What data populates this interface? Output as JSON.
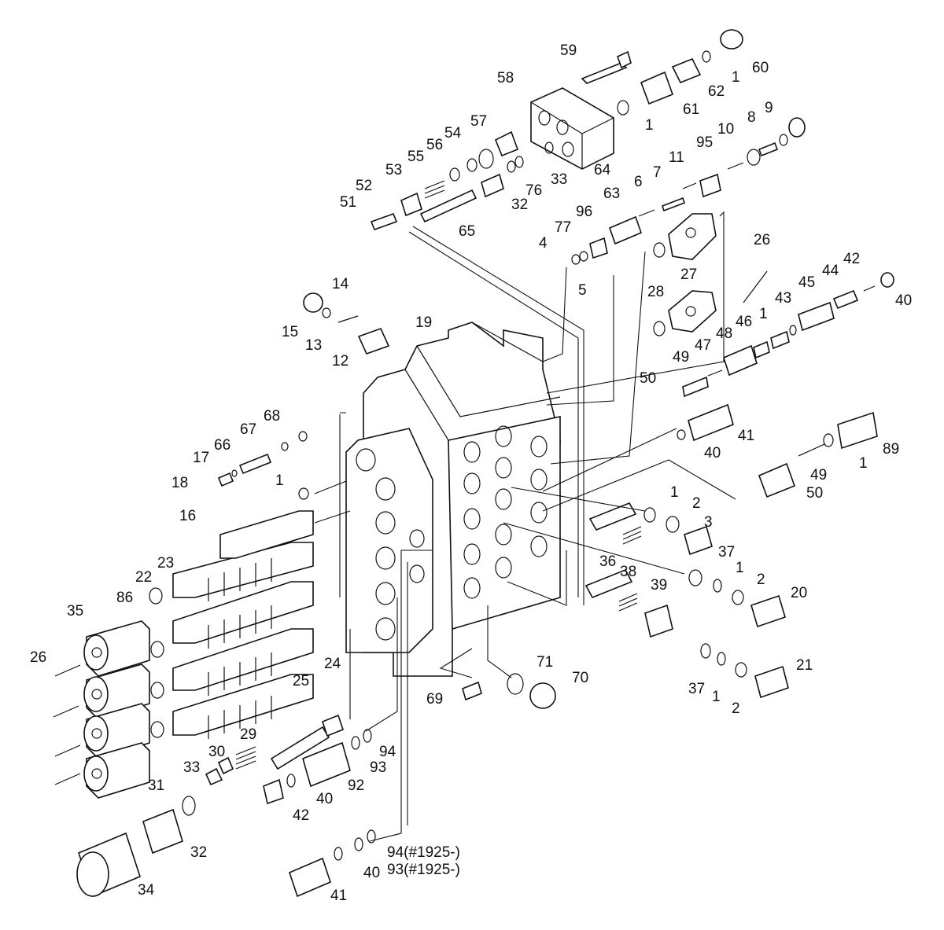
{
  "diagram": {
    "labels": [
      {
        "id": "l59",
        "text": "59"
      },
      {
        "id": "l60",
        "text": "60"
      },
      {
        "id": "l58",
        "text": "58"
      },
      {
        "id": "l62",
        "text": "62"
      },
      {
        "id": "l1a",
        "text": "1"
      },
      {
        "id": "l61",
        "text": "61"
      },
      {
        "id": "l1b",
        "text": "1"
      },
      {
        "id": "l57",
        "text": "57"
      },
      {
        "id": "l54",
        "text": "54"
      },
      {
        "id": "l56",
        "text": "56"
      },
      {
        "id": "l55",
        "text": "55"
      },
      {
        "id": "l64",
        "text": "64"
      },
      {
        "id": "l33a",
        "text": "33"
      },
      {
        "id": "l53",
        "text": "53"
      },
      {
        "id": "l76",
        "text": "76"
      },
      {
        "id": "l52",
        "text": "52"
      },
      {
        "id": "l51",
        "text": "51"
      },
      {
        "id": "l32a",
        "text": "32"
      },
      {
        "id": "l65",
        "text": "65"
      },
      {
        "id": "l8",
        "text": "8"
      },
      {
        "id": "l9",
        "text": "9"
      },
      {
        "id": "l10",
        "text": "10"
      },
      {
        "id": "l95",
        "text": "95"
      },
      {
        "id": "l11",
        "text": "11"
      },
      {
        "id": "l7",
        "text": "7"
      },
      {
        "id": "l6",
        "text": "6"
      },
      {
        "id": "l63",
        "text": "63"
      },
      {
        "id": "l96",
        "text": "96"
      },
      {
        "id": "l77",
        "text": "77"
      },
      {
        "id": "l4",
        "text": "4"
      },
      {
        "id": "l5",
        "text": "5"
      },
      {
        "id": "l26a",
        "text": "26"
      },
      {
        "id": "l27",
        "text": "27"
      },
      {
        "id": "l28",
        "text": "28"
      },
      {
        "id": "l42a",
        "text": "42"
      },
      {
        "id": "l44",
        "text": "44"
      },
      {
        "id": "l40a",
        "text": "40"
      },
      {
        "id": "l45",
        "text": "45"
      },
      {
        "id": "l43",
        "text": "43"
      },
      {
        "id": "l1c",
        "text": "1"
      },
      {
        "id": "l46",
        "text": "46"
      },
      {
        "id": "l48",
        "text": "48"
      },
      {
        "id": "l47",
        "text": "47"
      },
      {
        "id": "l49a",
        "text": "49"
      },
      {
        "id": "l50a",
        "text": "50"
      },
      {
        "id": "l14",
        "text": "14"
      },
      {
        "id": "l15",
        "text": "15"
      },
      {
        "id": "l13",
        "text": "13"
      },
      {
        "id": "l12",
        "text": "12"
      },
      {
        "id": "l19",
        "text": "19"
      },
      {
        "id": "l68",
        "text": "68"
      },
      {
        "id": "l67",
        "text": "67"
      },
      {
        "id": "l66",
        "text": "66"
      },
      {
        "id": "l17",
        "text": "17"
      },
      {
        "id": "l18",
        "text": "18"
      },
      {
        "id": "l1d",
        "text": "1"
      },
      {
        "id": "l16",
        "text": "16"
      },
      {
        "id": "l41a",
        "text": "41"
      },
      {
        "id": "l40b",
        "text": "40"
      },
      {
        "id": "l89",
        "text": "89"
      },
      {
        "id": "l49b",
        "text": "49"
      },
      {
        "id": "l1e",
        "text": "1"
      },
      {
        "id": "l50b",
        "text": "50"
      },
      {
        "id": "l1f",
        "text": "1"
      },
      {
        "id": "l2a",
        "text": "2"
      },
      {
        "id": "l3",
        "text": "3"
      },
      {
        "id": "l37a",
        "text": "37"
      },
      {
        "id": "l36",
        "text": "36"
      },
      {
        "id": "l38",
        "text": "38"
      },
      {
        "id": "l1g",
        "text": "1"
      },
      {
        "id": "l2b",
        "text": "2"
      },
      {
        "id": "l20",
        "text": "20"
      },
      {
        "id": "l39",
        "text": "39"
      },
      {
        "id": "l23",
        "text": "23"
      },
      {
        "id": "l22",
        "text": "22"
      },
      {
        "id": "l86",
        "text": "86"
      },
      {
        "id": "l35",
        "text": "35"
      },
      {
        "id": "l24",
        "text": "24"
      },
      {
        "id": "l26b",
        "text": "26"
      },
      {
        "id": "l25",
        "text": "25"
      },
      {
        "id": "l71",
        "text": "71"
      },
      {
        "id": "l70",
        "text": "70"
      },
      {
        "id": "l69",
        "text": "69"
      },
      {
        "id": "l21",
        "text": "21"
      },
      {
        "id": "l37b",
        "text": "37"
      },
      {
        "id": "l1h",
        "text": "1"
      },
      {
        "id": "l2c",
        "text": "2"
      },
      {
        "id": "l29",
        "text": "29"
      },
      {
        "id": "l94a",
        "text": "94"
      },
      {
        "id": "l93a",
        "text": "93"
      },
      {
        "id": "l30",
        "text": "30"
      },
      {
        "id": "l33b",
        "text": "33"
      },
      {
        "id": "l92",
        "text": "92"
      },
      {
        "id": "l31",
        "text": "31"
      },
      {
        "id": "l40c",
        "text": "40"
      },
      {
        "id": "l42b",
        "text": "42"
      },
      {
        "id": "l32b",
        "text": "32"
      },
      {
        "id": "l34",
        "text": "34"
      },
      {
        "id": "l94b",
        "text": "94(#1925-)"
      },
      {
        "id": "l93b",
        "text": "93(#1925-)"
      },
      {
        "id": "l40d",
        "text": "40"
      },
      {
        "id": "l41b",
        "text": "41"
      }
    ]
  }
}
